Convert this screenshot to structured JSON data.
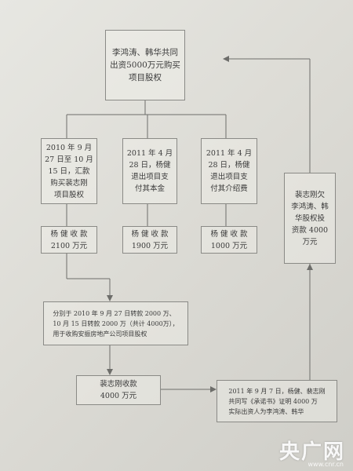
{
  "nodes": {
    "top": "李鸿涛、韩华共同\n出资5000万元购买\n项目股权",
    "step1": "2010 年 9 月\n27 日至 10 月\n15 日，汇款\n购买裴志刚\n项目股权",
    "step2": "2011 年 4 月\n28 日，杨健\n退出项目支\n付其本金",
    "step3": "2011 年 4 月\n28 日，杨健\n退出项目支\n付其介绍费",
    "side": "裴志刚欠\n李鸿涛、韩\n华股权投\n资款 4000\n万元",
    "recv1": "杨 健 收 款\n2100 万元",
    "recv2": "杨 健 收 款\n1900 万元",
    "recv3": "杨 健 收 款\n1000 万元",
    "transfer": "分别于 2010 年 9 月 27 日转款 2000 万、\n10 月 15 日转款 2000 万（共计 4000万），\n用于收购安振房地产公司项目股权",
    "pei": "裴志刚收款\n4000 万元",
    "letter": "2011 年 9 月 7 日，杨健、裴志刚\n共同写《承诺书》证明 4000 万\n实际出资人为李鸿涛、韩华"
  },
  "watermark": {
    "logo": "央广网",
    "url": "www.cnr.cn"
  }
}
